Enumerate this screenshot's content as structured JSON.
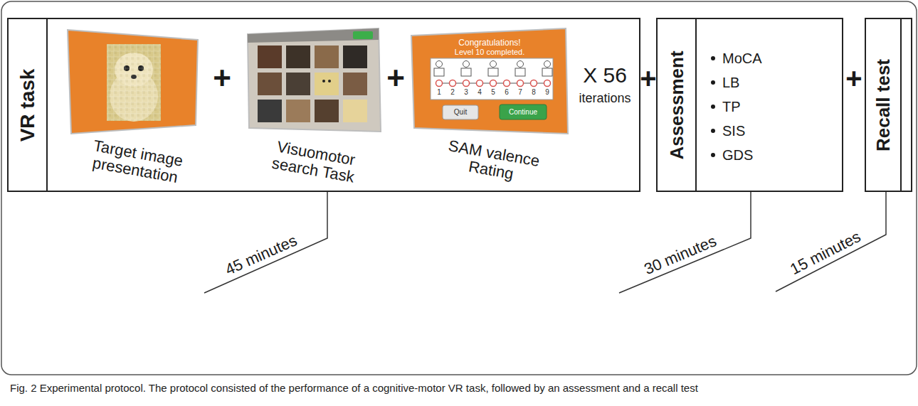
{
  "diagram": {
    "caption": "Fig. 2 Experimental protocol. The protocol consisted of the performance of a cognitive-motor VR task, followed by an assessment and a recall test",
    "nodes": [
      {
        "text": [
          "VR task"
        ]
      },
      {
        "text": [
          "Target image presentation"
        ],
        "in": 0
      },
      {
        "text": [
          "Visuomotor search Task"
        ],
        "in": 0
      },
      {
        "text": [
          "SAM valence Rating"
        ],
        "in": 0
      },
      {
        "text": [
          "Assessment",
          "MoCA",
          "LB",
          "TP",
          "SIS",
          "GDS"
        ]
      },
      {
        "text": [
          "Recall test"
        ]
      }
    ],
    "labels": [
      "+",
      "+",
      "X 56",
      "iterations",
      "+",
      "+",
      "45 minutes",
      "30 minutes",
      "15 minutes",
      "Congratulations!",
      "Level 10 completed.",
      "1",
      "2",
      "3",
      "4",
      "5",
      "6",
      "7",
      "8",
      "9",
      "Quit",
      "Continue"
    ]
  }
}
